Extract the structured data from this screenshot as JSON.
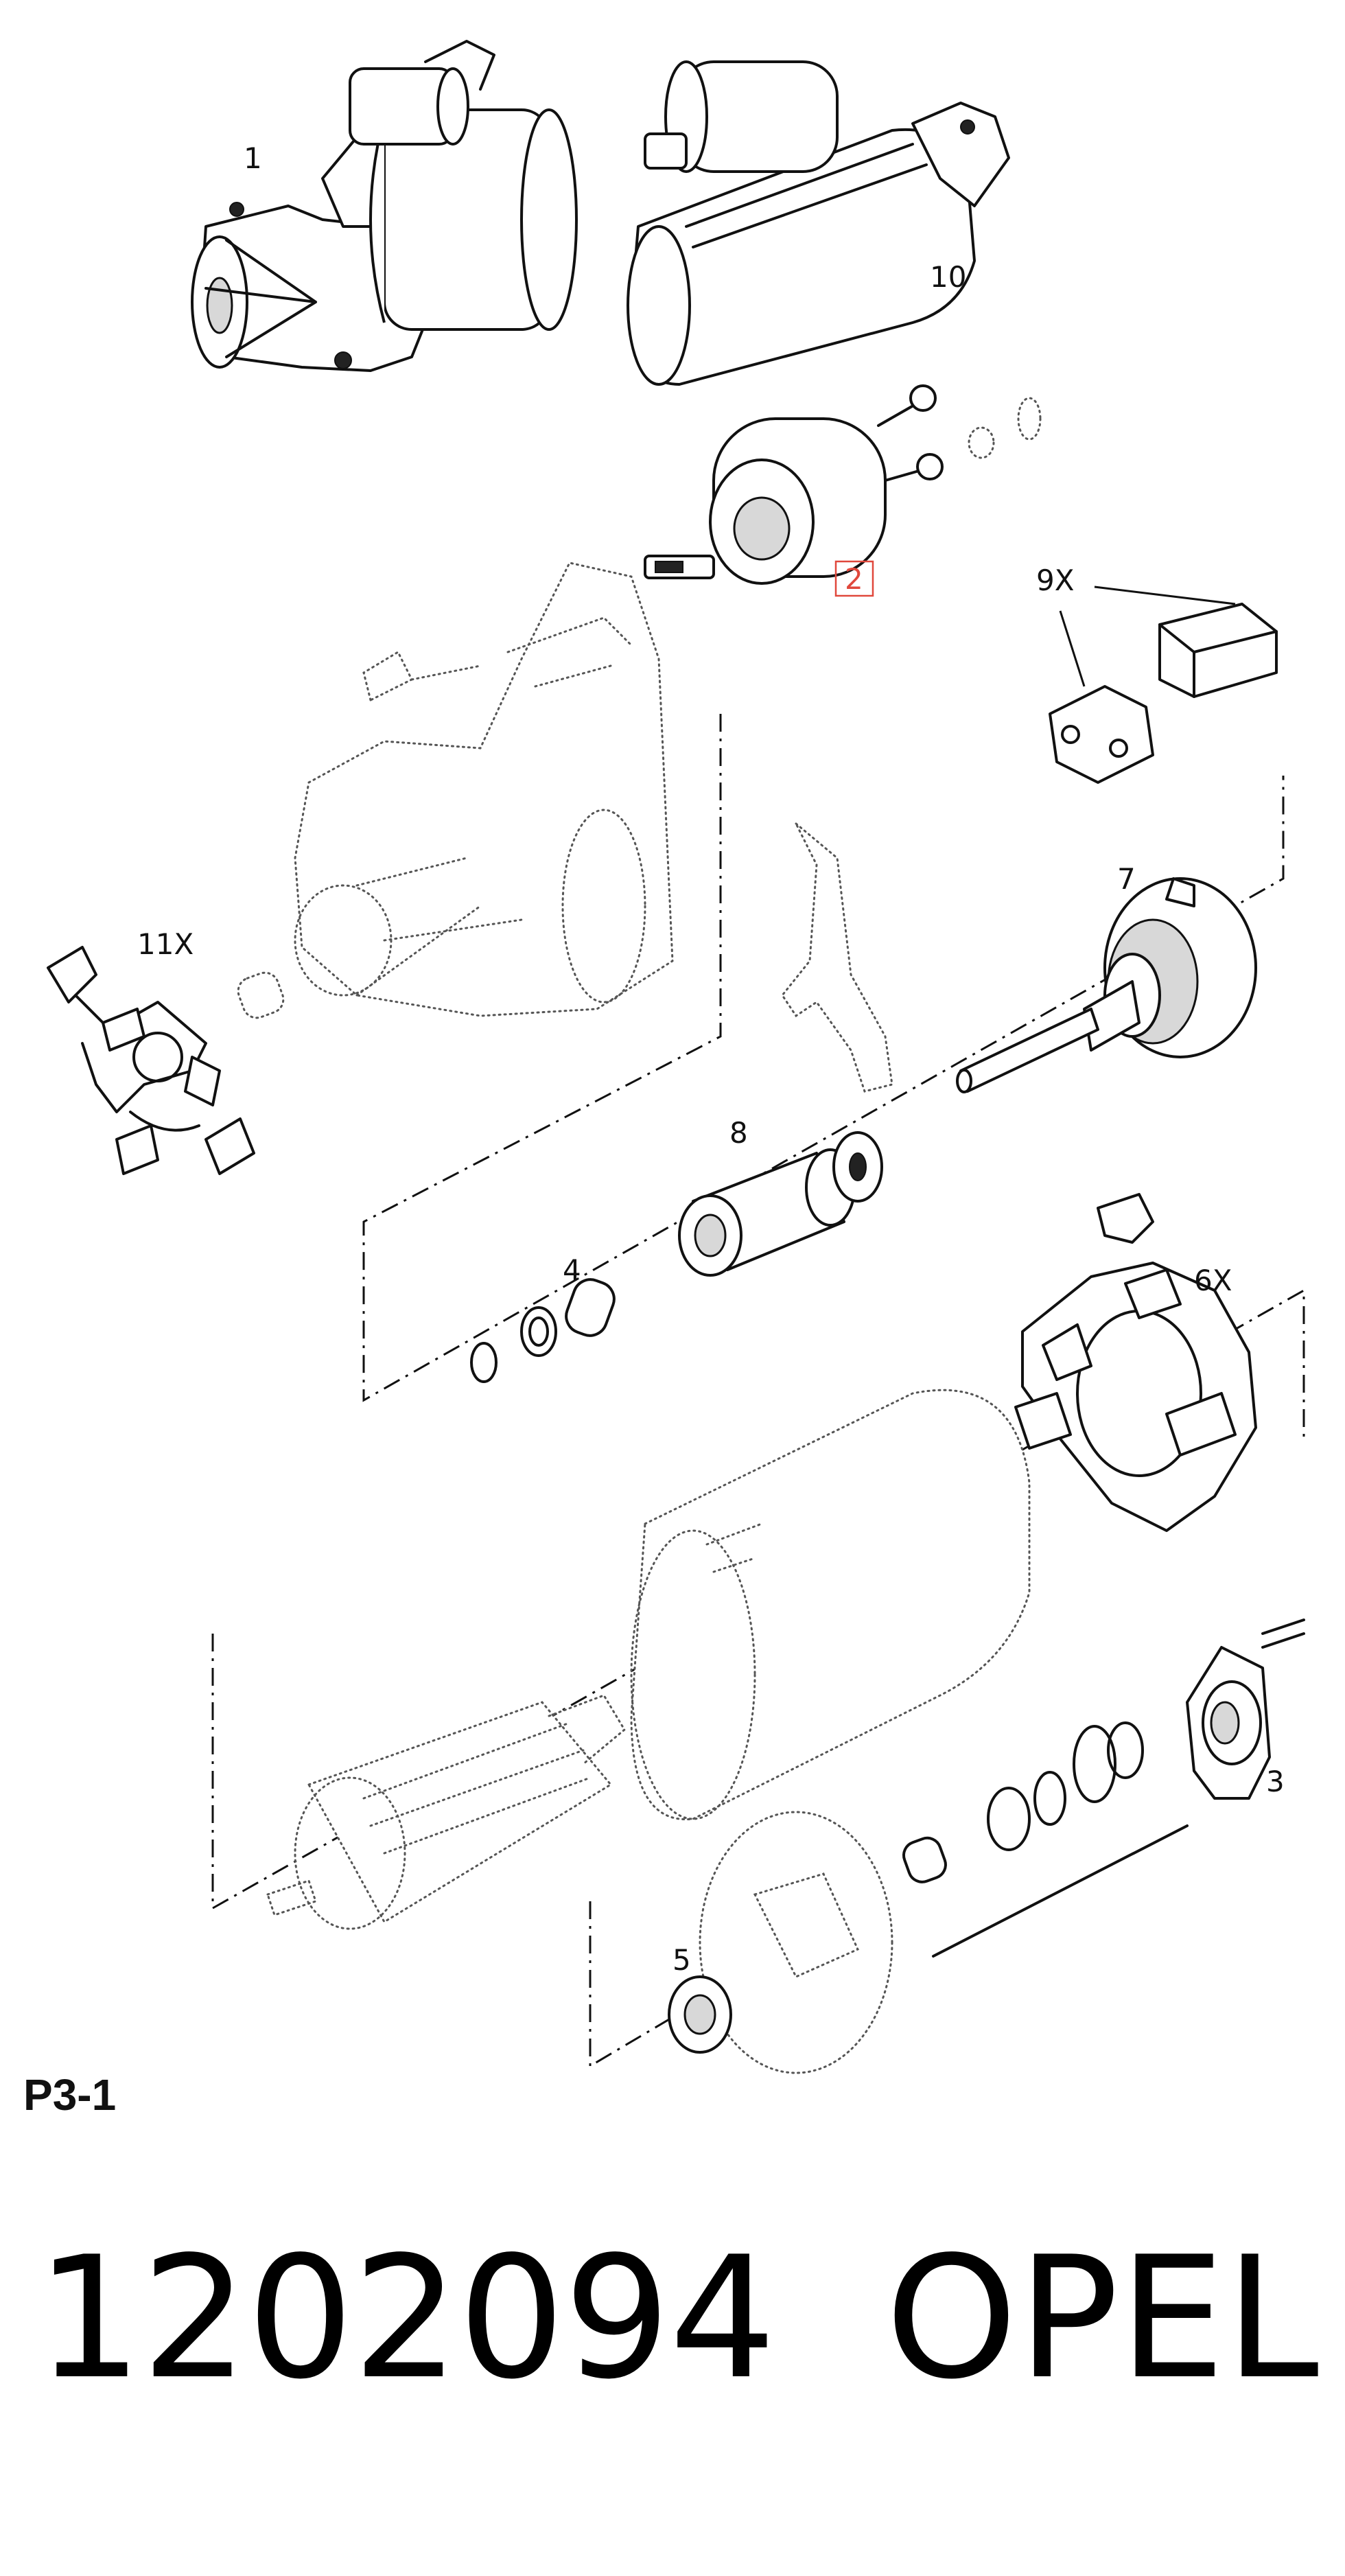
{
  "diagram": {
    "callouts": [
      {
        "id": "1",
        "label": "1"
      },
      {
        "id": "10",
        "label": "10"
      },
      {
        "id": "2",
        "label": "2",
        "highlighted": true
      },
      {
        "id": "9X",
        "label": "9X"
      },
      {
        "id": "11X",
        "label": "11X"
      },
      {
        "id": "7",
        "label": "7"
      },
      {
        "id": "8",
        "label": "8"
      },
      {
        "id": "4",
        "label": "4"
      },
      {
        "id": "6X",
        "label": "6X"
      },
      {
        "id": "3",
        "label": "3"
      },
      {
        "id": "5",
        "label": "5"
      }
    ],
    "highlight_color": "#e0483c"
  },
  "page_code": "P3-1",
  "part_number": "1202094",
  "brand": "OPEL"
}
